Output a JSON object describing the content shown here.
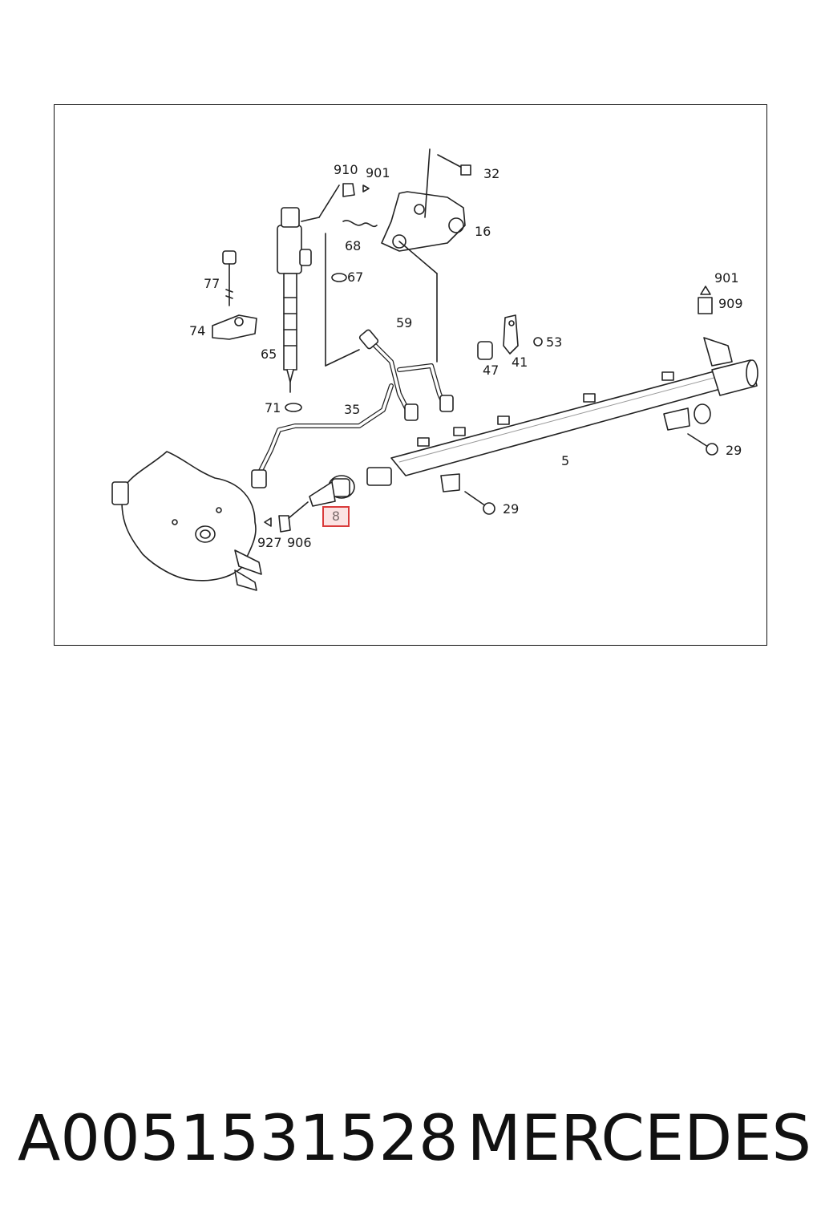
{
  "diagram": {
    "callouts": [
      {
        "id": "910",
        "text": "910"
      },
      {
        "id": "901a",
        "text": "901"
      },
      {
        "id": "32",
        "text": "32"
      },
      {
        "id": "16",
        "text": "16"
      },
      {
        "id": "68",
        "text": "68"
      },
      {
        "id": "67",
        "text": "67"
      },
      {
        "id": "77",
        "text": "77"
      },
      {
        "id": "74",
        "text": "74"
      },
      {
        "id": "65",
        "text": "65"
      },
      {
        "id": "59",
        "text": "59"
      },
      {
        "id": "71",
        "text": "71"
      },
      {
        "id": "35",
        "text": "35"
      },
      {
        "id": "47",
        "text": "47"
      },
      {
        "id": "41",
        "text": "41"
      },
      {
        "id": "53",
        "text": "53"
      },
      {
        "id": "901b",
        "text": "901"
      },
      {
        "id": "909",
        "text": "909"
      },
      {
        "id": "5",
        "text": "5"
      },
      {
        "id": "29a",
        "text": "29"
      },
      {
        "id": "29b",
        "text": "29"
      },
      {
        "id": "8",
        "text": "8"
      },
      {
        "id": "927",
        "text": "927"
      },
      {
        "id": "906",
        "text": "906"
      }
    ],
    "highlighted_part": "8",
    "highlight_color": "#d93b3b"
  },
  "caption": {
    "part_number": "A0051531528",
    "brand": "MERCEDES"
  }
}
